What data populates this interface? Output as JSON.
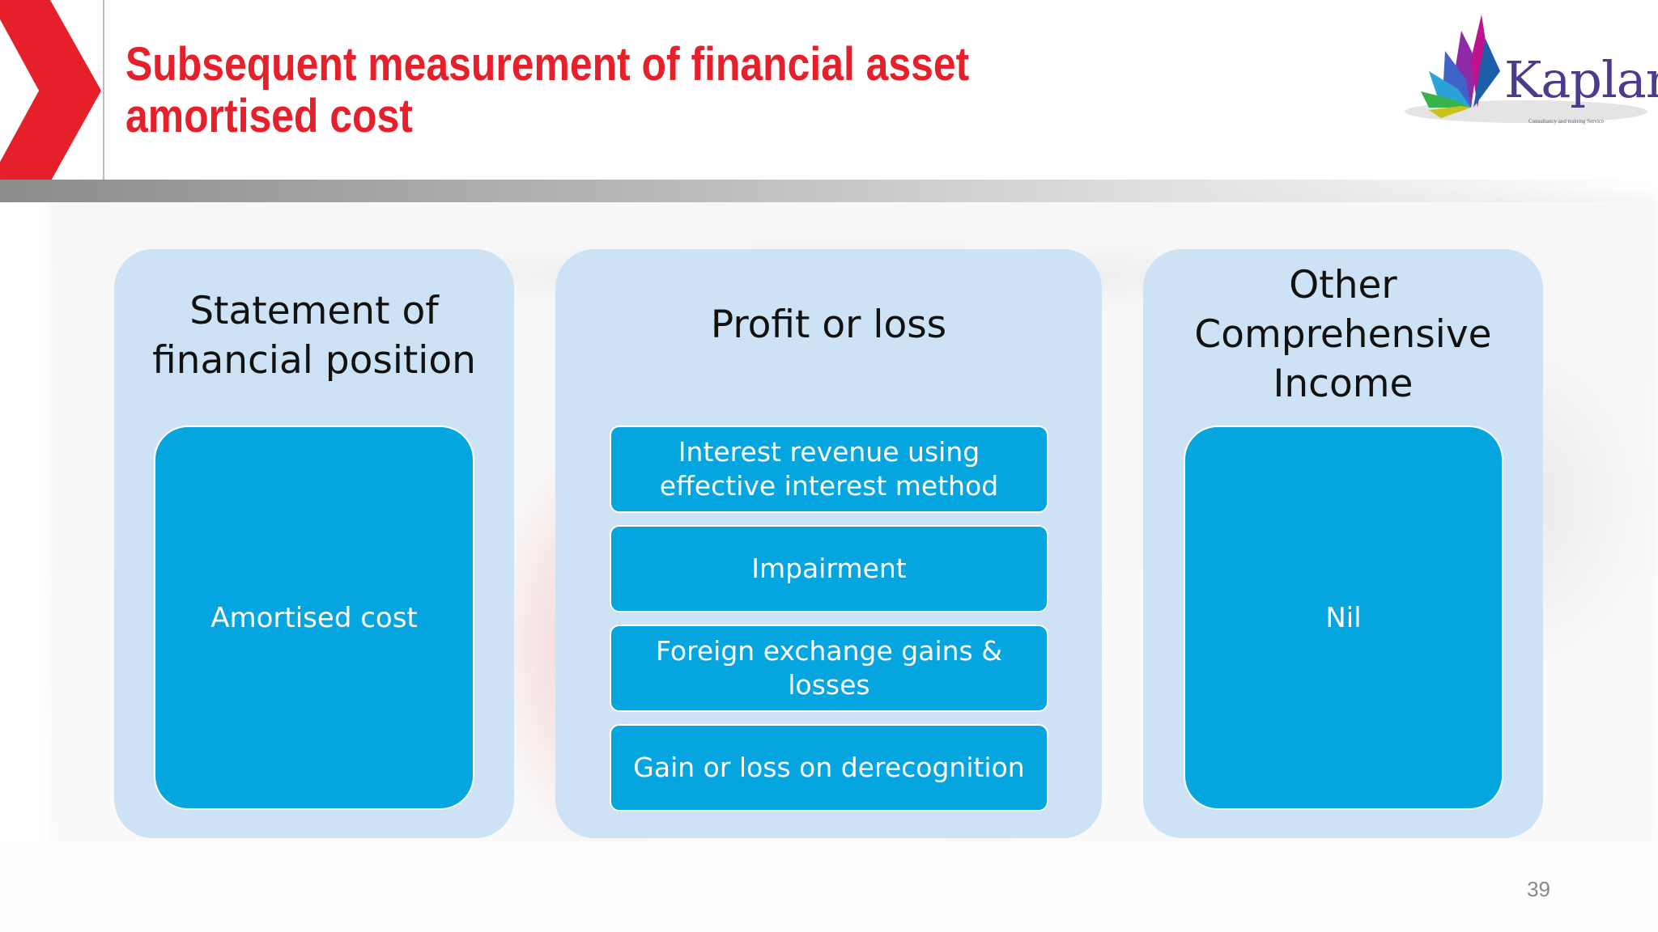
{
  "slide": {
    "title_line1": "Subsequent measurement of financial asset",
    "title_line2": "amortised cost",
    "page_number": "39"
  },
  "logo": {
    "name": "Kaplan",
    "tagline": "Consultancy and training Service"
  },
  "panels": [
    {
      "title_lines": [
        "Statement of",
        "financial position"
      ],
      "items": [
        "Amortised cost"
      ]
    },
    {
      "title_lines": [
        "Profit or loss"
      ],
      "items": [
        "Interest revenue using effective interest method",
        "Impairment",
        "Foreign exchange gains & losses",
        "Gain or loss on derecognition"
      ]
    },
    {
      "title_lines": [
        "Other",
        "Comprehensive",
        "Income"
      ],
      "items": [
        "Nil"
      ]
    }
  ],
  "colors": {
    "title": "#e5202a",
    "panel": "#cde3f5",
    "box": "#05a6e0",
    "box_text": "#ffffff"
  }
}
